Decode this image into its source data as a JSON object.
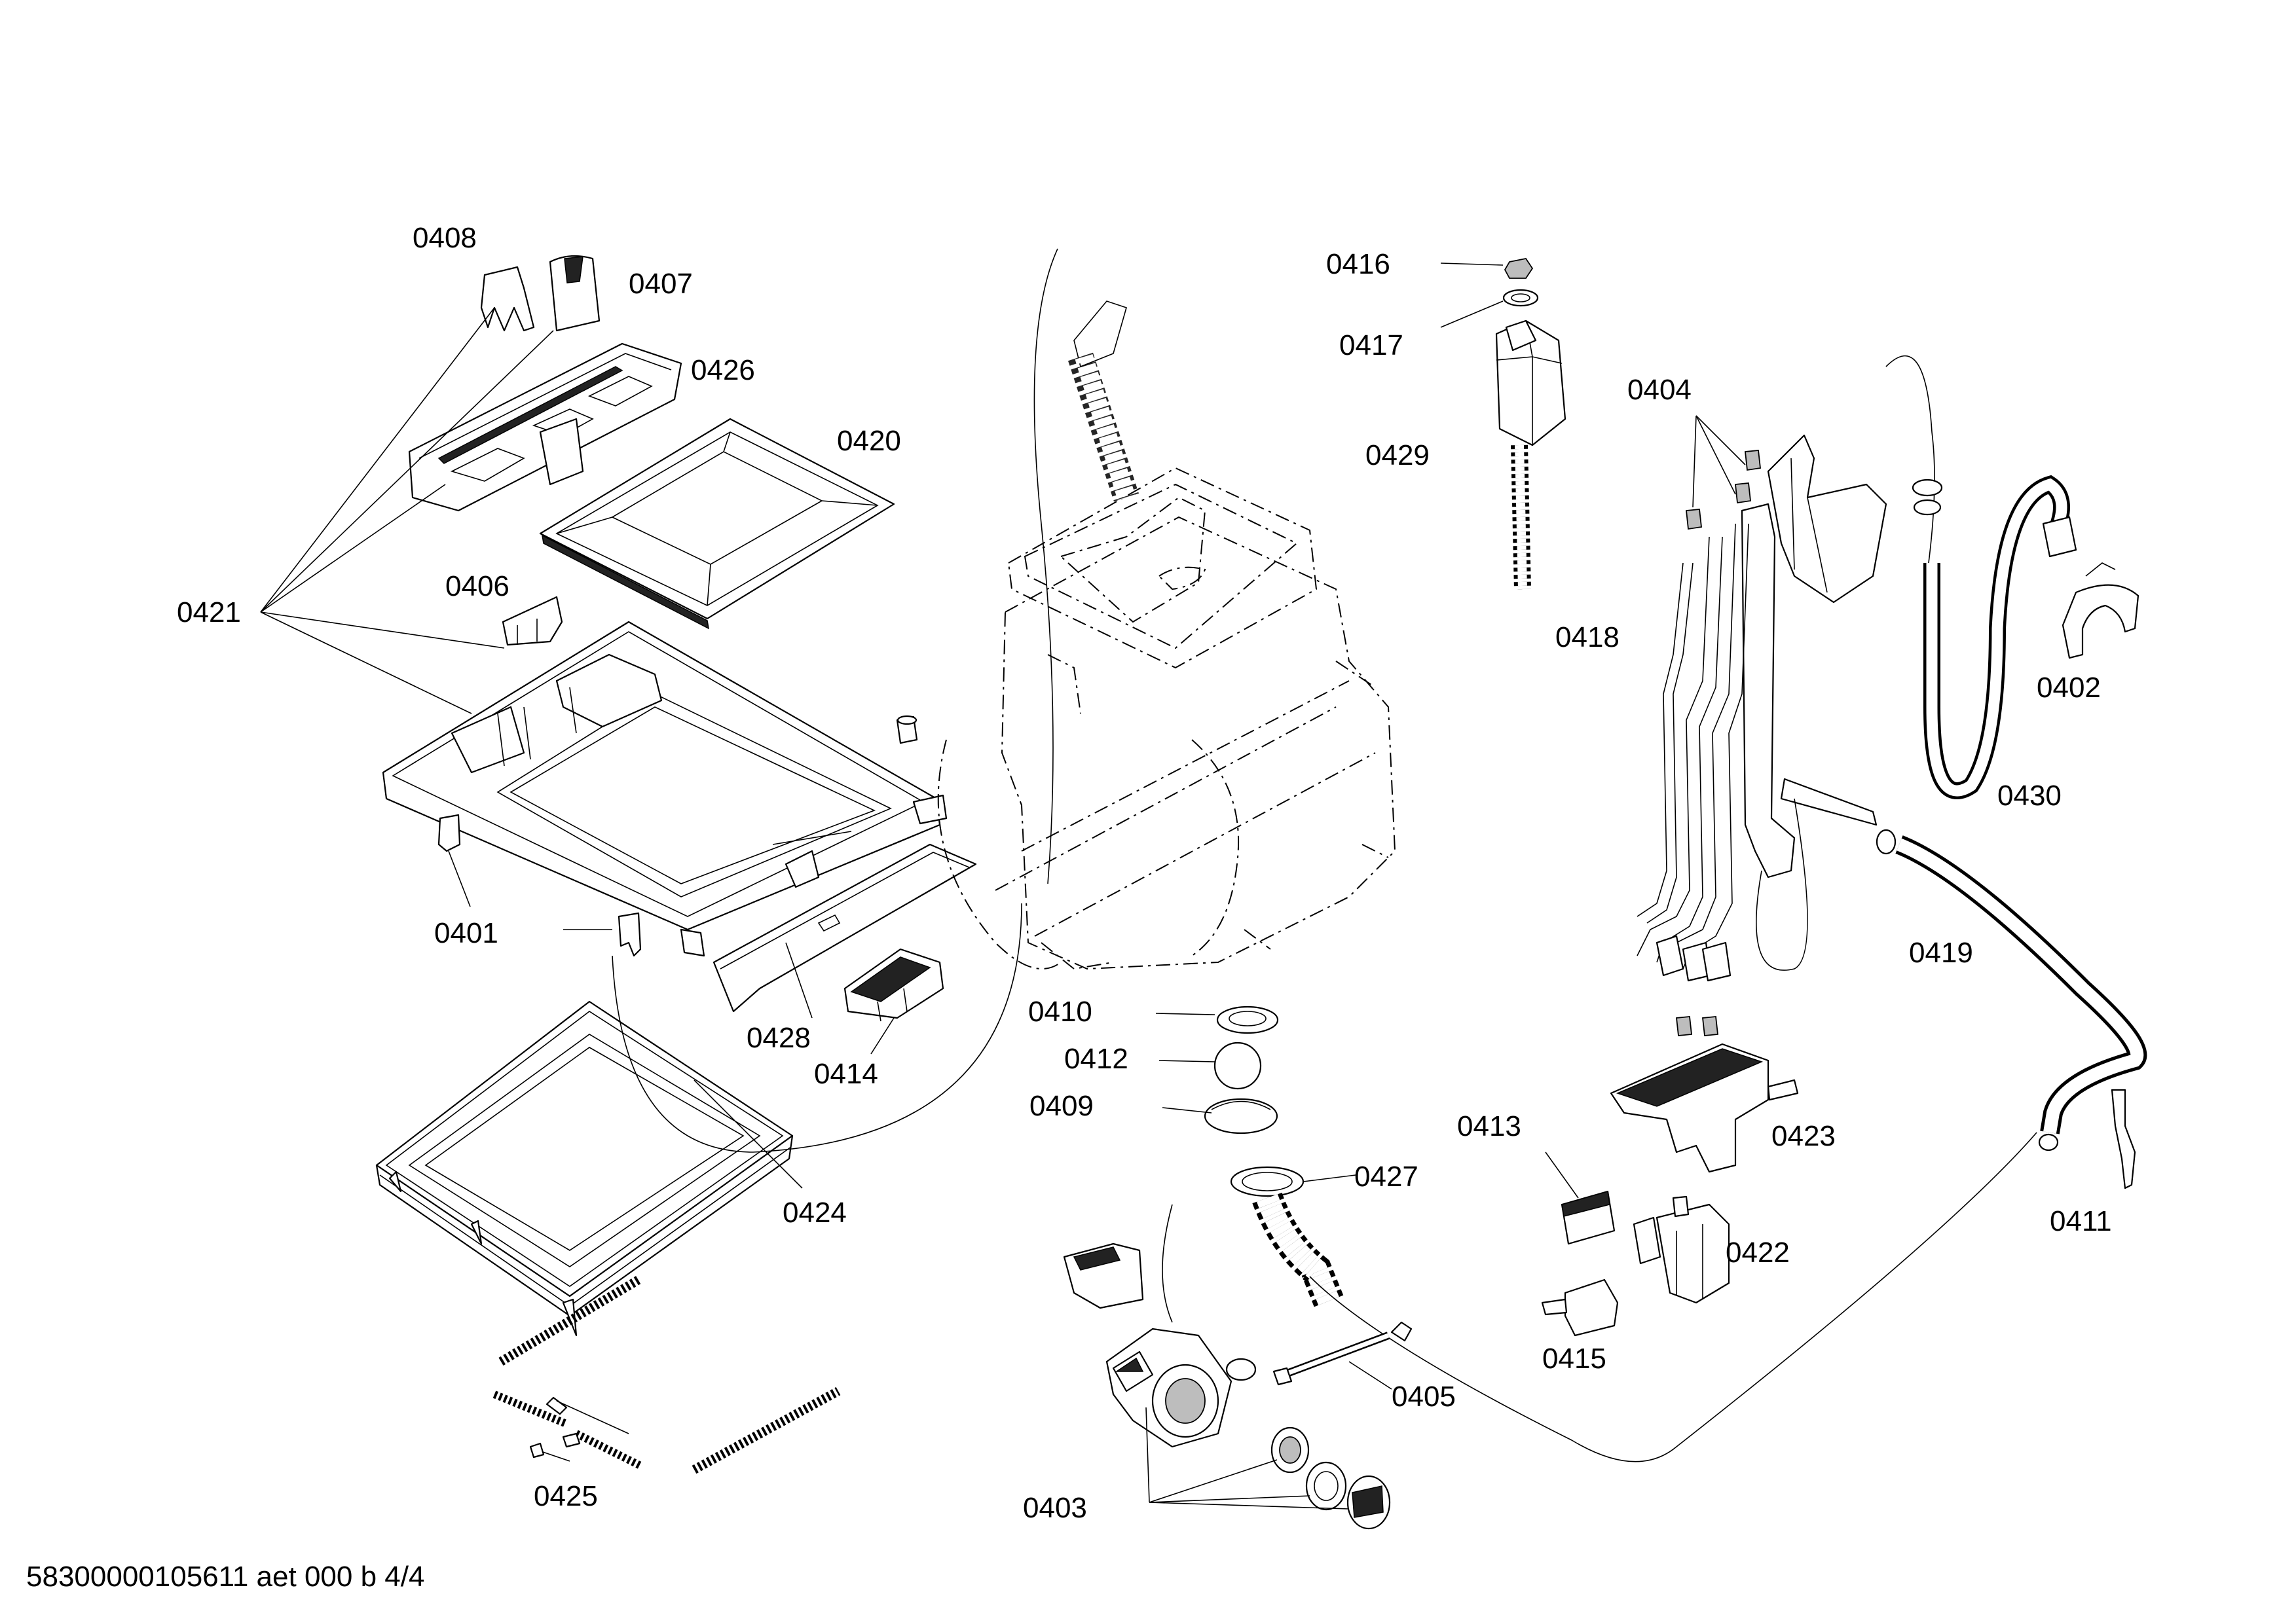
{
  "footer_code": "58300000105611 aet 000 b 4/4",
  "parts": [
    {
      "id": "0401",
      "label": "0401"
    },
    {
      "id": "0402",
      "label": "0402"
    },
    {
      "id": "0403",
      "label": "0403"
    },
    {
      "id": "0404",
      "label": "0404"
    },
    {
      "id": "0405",
      "label": "0405"
    },
    {
      "id": "0406",
      "label": "0406"
    },
    {
      "id": "0407",
      "label": "0407"
    },
    {
      "id": "0408",
      "label": "0408"
    },
    {
      "id": "0409",
      "label": "0409"
    },
    {
      "id": "0410",
      "label": "0410"
    },
    {
      "id": "0411",
      "label": "0411"
    },
    {
      "id": "0412",
      "label": "0412"
    },
    {
      "id": "0413",
      "label": "0413"
    },
    {
      "id": "0414",
      "label": "0414"
    },
    {
      "id": "0415",
      "label": "0415"
    },
    {
      "id": "0416",
      "label": "0416"
    },
    {
      "id": "0417",
      "label": "0417"
    },
    {
      "id": "0418",
      "label": "0418"
    },
    {
      "id": "0419",
      "label": "0419"
    },
    {
      "id": "0420",
      "label": "0420"
    },
    {
      "id": "0421",
      "label": "0421"
    },
    {
      "id": "0422",
      "label": "0422"
    },
    {
      "id": "0423",
      "label": "0423"
    },
    {
      "id": "0424",
      "label": "0424"
    },
    {
      "id": "0425",
      "label": "0425"
    },
    {
      "id": "0426",
      "label": "0426"
    },
    {
      "id": "0427",
      "label": "0427"
    },
    {
      "id": "0428",
      "label": "0428"
    },
    {
      "id": "0429",
      "label": "0429"
    },
    {
      "id": "0430",
      "label": "0430"
    }
  ]
}
